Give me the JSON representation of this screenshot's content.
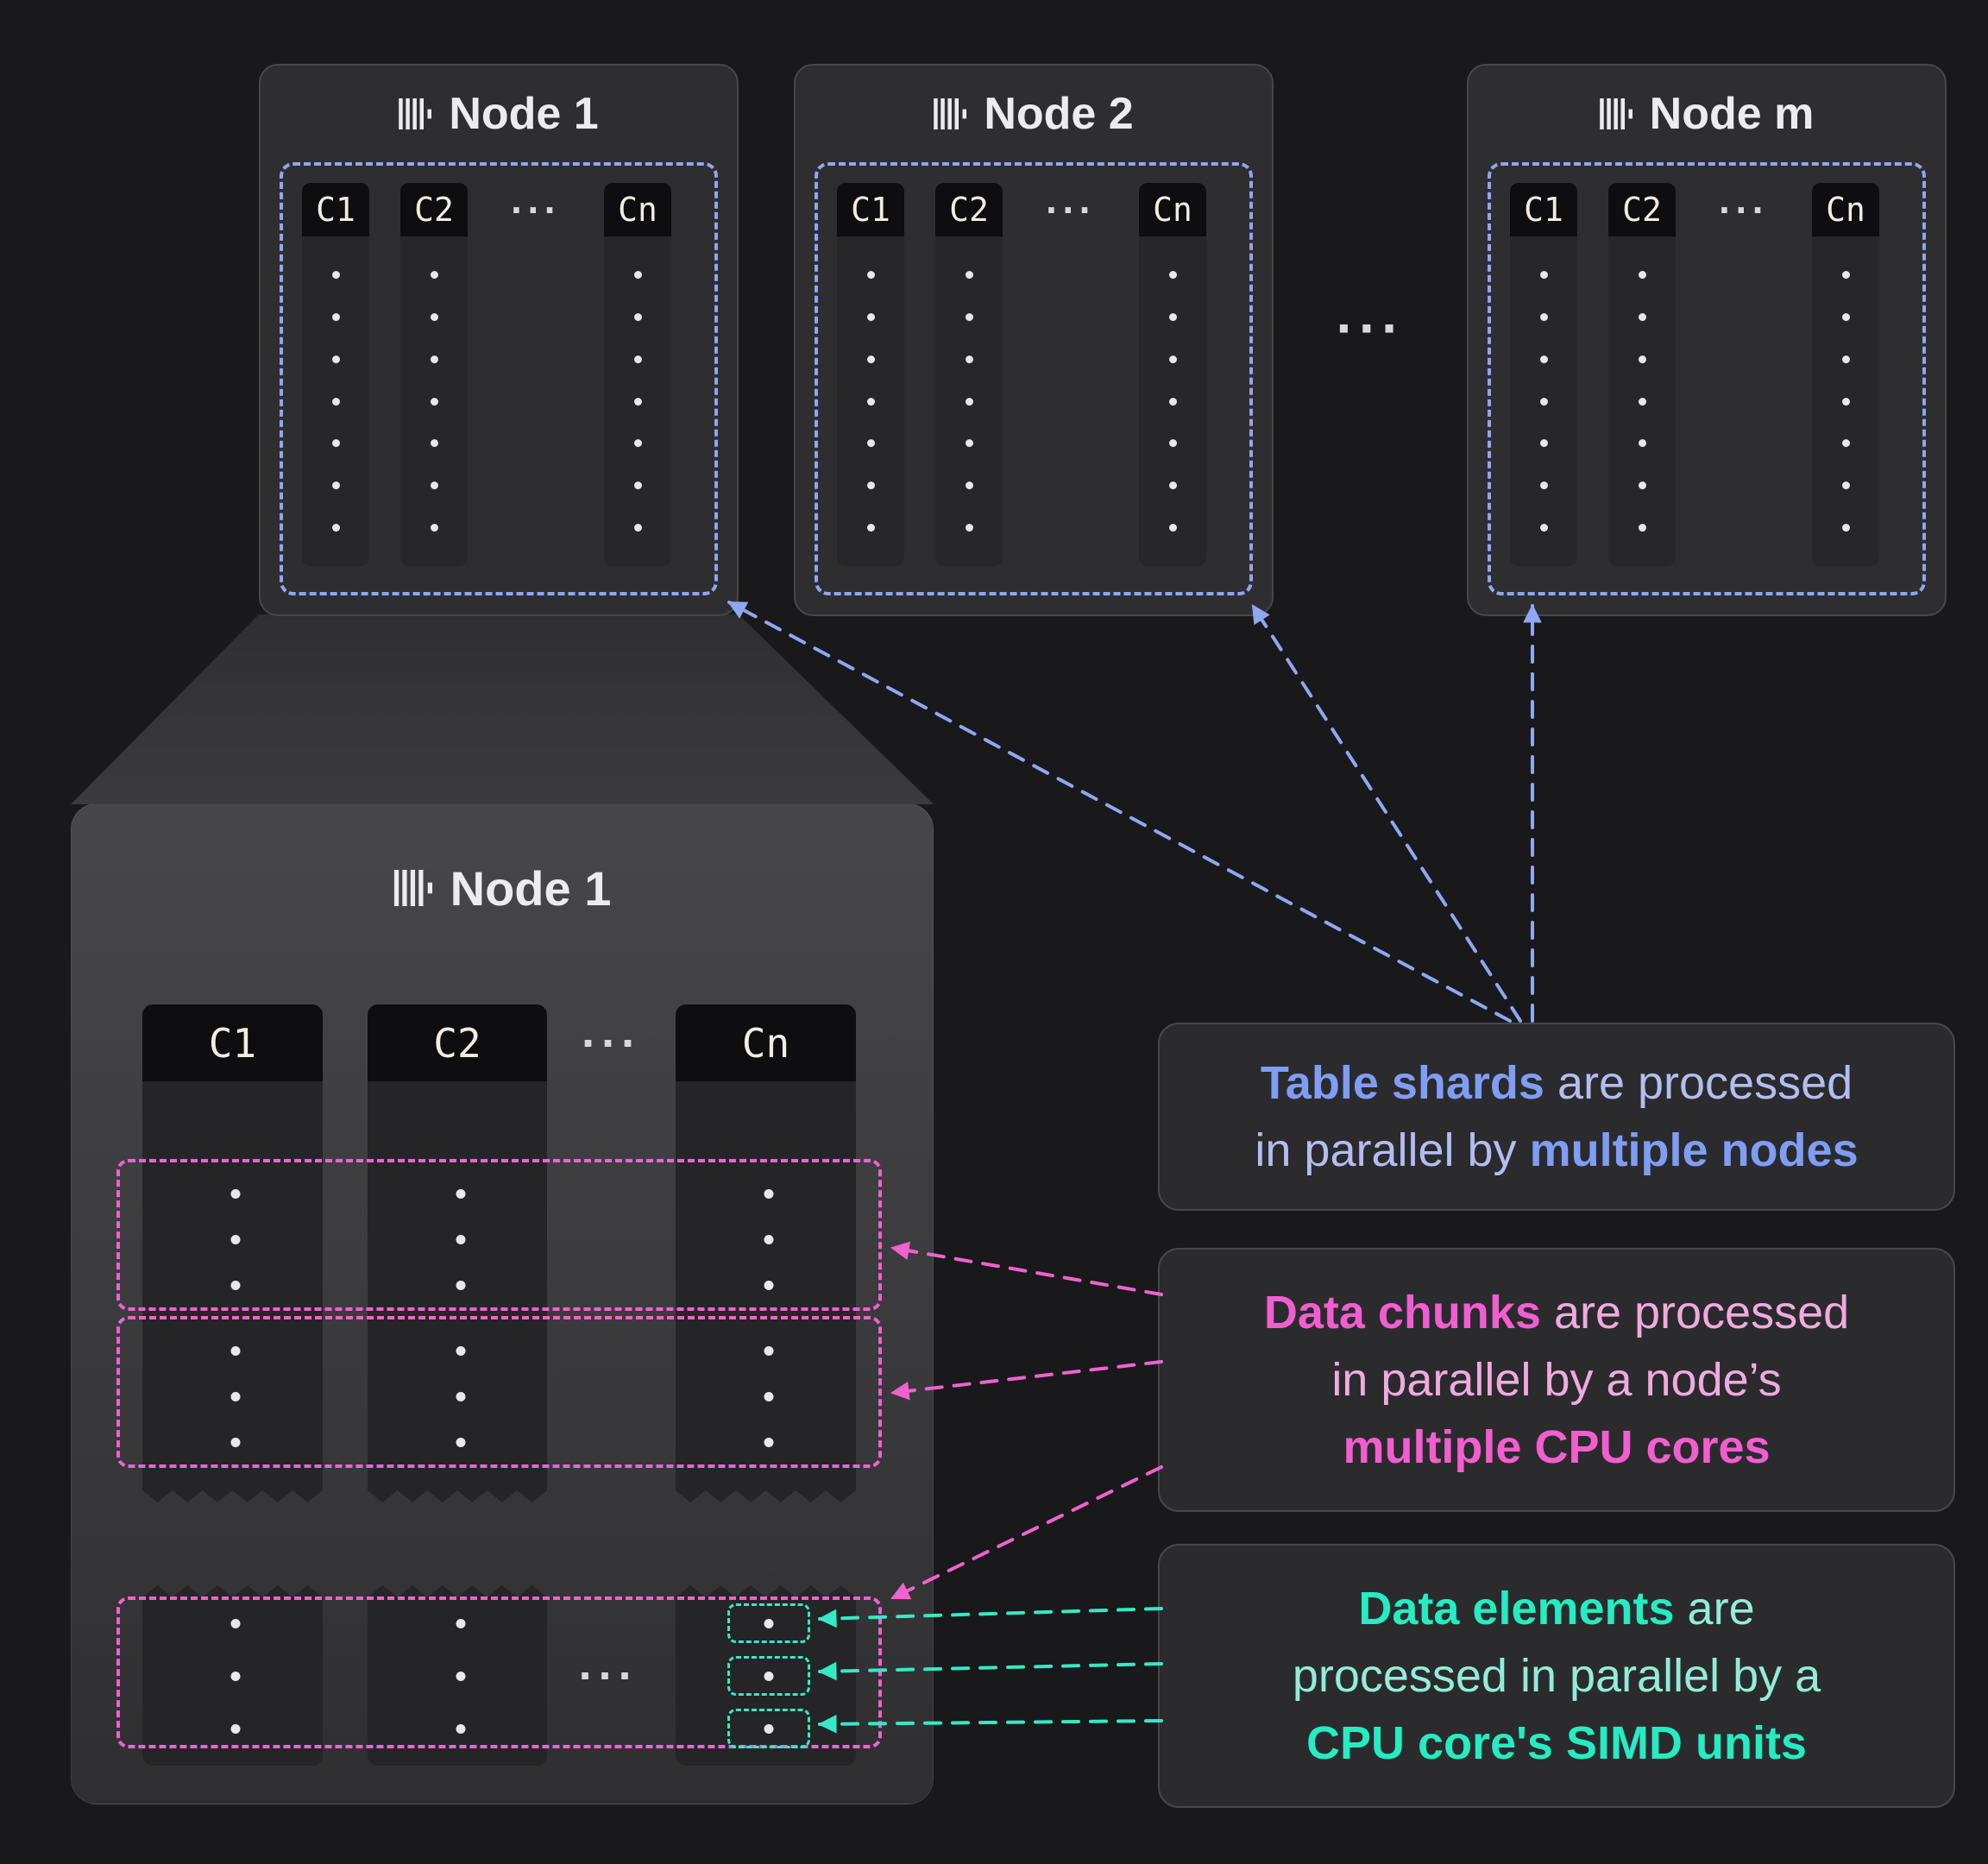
{
  "colors": {
    "background": "#19191b",
    "node_bg": "#2e2e31",
    "node_border": "#47474b",
    "col_header_bg": "#0e0e10",
    "col_body_bg": "#27272a",
    "big_col_body_bg": "#252528",
    "col_label": "#f1ede2",
    "title_color": "#ececee",
    "dot": "#e8e8e8",
    "ellipsis_color": "#d8d8d8",
    "shard_blue": "#8fa7f2",
    "shard_text": "#b3bdf0",
    "shard_bold": "#7f9df5",
    "chunk_pink": "#ef62cf",
    "chunk_text": "#f0aadf",
    "chunk_bold": "#f25ed0",
    "elem_teal": "#35e9c6",
    "elem_text": "#93ecd9",
    "elem_bold": "#25ecc2",
    "ann_bg": "#2b2b2e",
    "ann_border": "#47474b"
  },
  "top_nodes": [
    {
      "title": "Node 1",
      "cols": [
        "C1",
        "C2",
        "Cn"
      ],
      "ellipsis": "···"
    },
    {
      "title": "Node 2",
      "cols": [
        "C1",
        "C2",
        "Cn"
      ],
      "ellipsis": "···"
    },
    {
      "title": "Node m",
      "cols": [
        "C1",
        "C2",
        "Cn"
      ],
      "ellipsis": "···"
    }
  ],
  "gap_ellipsis": "···",
  "expanded_node": {
    "title": "Node 1",
    "cols": [
      "C1",
      "C2",
      "Cn"
    ],
    "header_ellipsis": "···",
    "chunk_ellipsis": "···"
  },
  "annotations": {
    "shards": {
      "lines": [
        [
          {
            "t": "Table shards",
            "b": true
          },
          {
            "t": " are processed",
            "b": false
          }
        ],
        [
          {
            "t": "in parallel by ",
            "b": false
          },
          {
            "t": "multiple nodes",
            "b": true
          }
        ]
      ]
    },
    "chunks": {
      "lines": [
        [
          {
            "t": "Data chunks",
            "b": true
          },
          {
            "t": " are processed",
            "b": false
          }
        ],
        [
          {
            "t": "in parallel by a node’s",
            "b": false
          }
        ],
        [
          {
            "t": "multiple CPU cores",
            "b": true
          }
        ]
      ]
    },
    "elements": {
      "lines": [
        [
          {
            "t": "Data elements",
            "b": true
          },
          {
            "t": " are",
            "b": false
          }
        ],
        [
          {
            "t": "processed in parallel by a",
            "b": false
          }
        ],
        [
          {
            "t": "CPU core's SIMD units",
            "b": true
          }
        ]
      ]
    }
  }
}
